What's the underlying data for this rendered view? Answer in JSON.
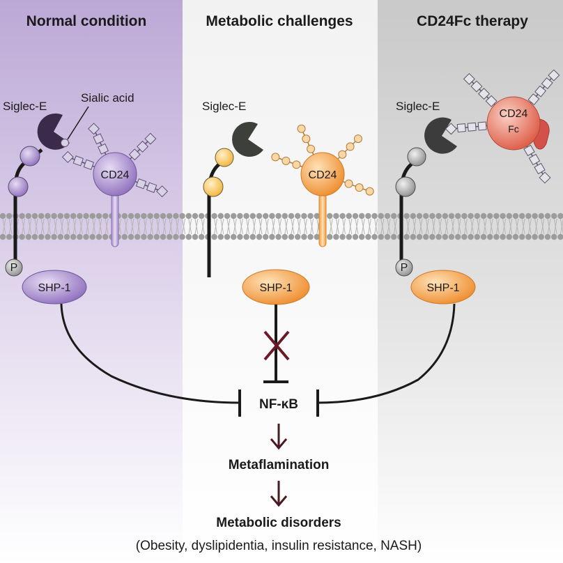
{
  "panels": {
    "normal": {
      "title": "Normal condition",
      "color": "#b7a2d2"
    },
    "challenge": {
      "title": "Metabolic challenges",
      "color": "#f3b04f"
    },
    "therapy": {
      "title": "CD24Fc therapy",
      "color": "#8a8a8a"
    }
  },
  "labels": {
    "siglec_e": "Siglec-E",
    "sialic_acid": "Sialic acid",
    "cd24": "CD24",
    "cd24fc_top": "CD24",
    "cd24fc_bottom": "Fc",
    "phospho": "P",
    "shp1": "SHP-1"
  },
  "pathway": {
    "nfkb": "NF-κB",
    "metaflamination": "Metaflamination",
    "disorders": "Metabolic disorders",
    "disorders_detail": "(Obesity, dyslipidentia, insulin resistance, NASH)"
  },
  "colors": {
    "purple": "#9a7cc4",
    "orange": "#f19a3e",
    "grey": "#9e9e9e",
    "red": "#e0604c",
    "arrow": "#4a1a22",
    "dark": "#3c3c3c",
    "membrane": "#9c9c9c"
  }
}
